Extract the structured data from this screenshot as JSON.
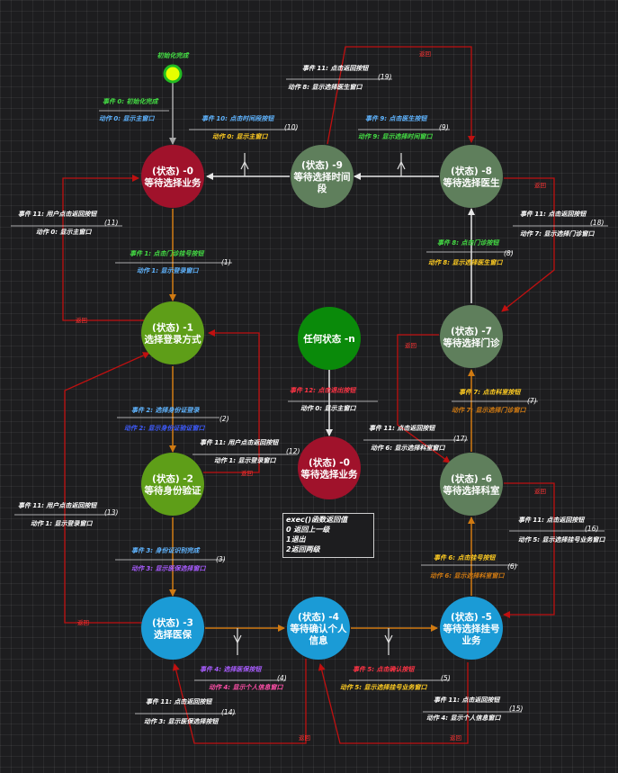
{
  "start": {
    "label": "初始化完成"
  },
  "nodes": [
    {
      "id": "n0",
      "line1": "(状态) -0",
      "line2": "等待选择业务",
      "color": "#a0122b"
    },
    {
      "id": "n1",
      "line1": "(状态) -1",
      "line2": "选择登录方式",
      "color": "#5e9e18"
    },
    {
      "id": "n2",
      "line1": "(状态) -2",
      "line2": "等待身份验证",
      "color": "#5e9e18"
    },
    {
      "id": "n3",
      "line1": "(状态) -3",
      "line2": "选择医保",
      "color": "#1b9bd6"
    },
    {
      "id": "n4",
      "line1": "(状态) -4",
      "line2": "等待确认个人",
      "line3": "信息",
      "color": "#1b9bd6"
    },
    {
      "id": "n5",
      "line1": "(状态) -5",
      "line2": "等待选择挂号",
      "line3": "业务",
      "color": "#1b9bd6"
    },
    {
      "id": "n6",
      "line1": "(状态) -6",
      "line2": "等待选择科室",
      "color": "#5f7f5c"
    },
    {
      "id": "n7",
      "line1": "(状态) -7",
      "line2": "等待选择门诊",
      "color": "#5f7f5c"
    },
    {
      "id": "n8",
      "line1": "(状态) -8",
      "line2": "等待选择医生",
      "color": "#5f7f5c"
    },
    {
      "id": "n9",
      "line1": "(状态) -9",
      "line2": "等待选择时间",
      "line3": "段",
      "color": "#5f7f5c"
    },
    {
      "id": "nn",
      "line1": "任何状态 -n",
      "line2": "",
      "color": "#0a8a0a"
    },
    {
      "id": "n0b",
      "line1": "(状态) -0",
      "line2": "等待选择业务",
      "color": "#a0122b"
    }
  ],
  "transitions": [
    {
      "id": "t0",
      "event": "事件 0: 初始化完成",
      "action": "动作 0: 显示主窗口",
      "num": ""
    },
    {
      "id": "t1",
      "event": "事件 1: 点击门诊挂号按钮",
      "action": "动作 1: 显示登录窗口",
      "num": "(1)"
    },
    {
      "id": "t2",
      "event": "事件 2: 选择身份证登录",
      "action": "动作 2: 显示身份证验证窗口",
      "num": "(2)"
    },
    {
      "id": "t3",
      "event": "事件 3: 身份证识别完成",
      "action": "动作 3: 显示医保选择窗口",
      "num": "(3)"
    },
    {
      "id": "t4",
      "event": "事件 4: 选择医保按钮",
      "action": "动作 4: 显示个人信息窗口",
      "num": "(4)"
    },
    {
      "id": "t5",
      "event": "事件 5: 点击确认按钮",
      "action": "动作 5: 显示选择挂号业务窗口",
      "num": "(5)"
    },
    {
      "id": "t6",
      "event": "事件 6: 点击挂号按钮",
      "action": "动作 6: 显示选择科室窗口",
      "num": "(6)"
    },
    {
      "id": "t7",
      "event": "事件 7: 点击科室按钮",
      "action": "动作 7: 显示选择门诊窗口",
      "num": "(7)"
    },
    {
      "id": "t8",
      "event": "事件 8: 点击门诊按钮",
      "action": "动作 8: 显示选择医生窗口",
      "num": "(8)"
    },
    {
      "id": "t9",
      "event": "事件 9: 点击医生按钮",
      "action": "动作 9: 显示选择时间窗口",
      "num": "(9)"
    },
    {
      "id": "t10",
      "event": "事件 10: 点击时间段按钮",
      "action": "动作 0: 显示主窗口",
      "num": "(10)"
    },
    {
      "id": "t11",
      "event": "事件 11: 用户点击返回按钮",
      "action": "动作 0: 显示主窗口",
      "num": "(11)"
    },
    {
      "id": "t12",
      "event": "事件 11: 用户点击返回按钮",
      "action": "动作 1: 显示登录窗口",
      "num": "(12)"
    },
    {
      "id": "t13",
      "event": "事件 11: 用户点击返回按钮",
      "action": "动作 1: 显示登录窗口",
      "num": "(13)"
    },
    {
      "id": "t14",
      "event": "事件 11: 点击返回按钮",
      "action": "动作 3: 显示医保选择按钮",
      "num": "(14)"
    },
    {
      "id": "t15",
      "event": "事件 11: 点击返回按钮",
      "action": "动作 4: 显示个人信息窗口",
      "num": "(15)"
    },
    {
      "id": "t16",
      "event": "事件 11: 点击返回按钮",
      "action": "动作 5: 显示选择挂号业务窗口",
      "num": "(16)"
    },
    {
      "id": "t17",
      "event": "事件 11: 点击返回按钮",
      "action": "动作 6: 显示选择科室窗口",
      "num": "(17)"
    },
    {
      "id": "t18",
      "event": "事件 11: 点击返回按钮",
      "action": "动作 7: 显示选择门诊窗口",
      "num": "(18)"
    },
    {
      "id": "t19",
      "event": "事件 11: 点击返回按钮",
      "action": "动作 8: 显示选择医生窗口",
      "num": "(19)"
    },
    {
      "id": "t20",
      "event": "事件 12: 点击退出按钮",
      "action": "动作 0: 显示主窗口",
      "num": ""
    }
  ],
  "return_label": "返回",
  "legend": {
    "title": "exec()函数返回值",
    "lines": [
      "0  返回上一级",
      "1退出",
      "2返回两级"
    ]
  }
}
